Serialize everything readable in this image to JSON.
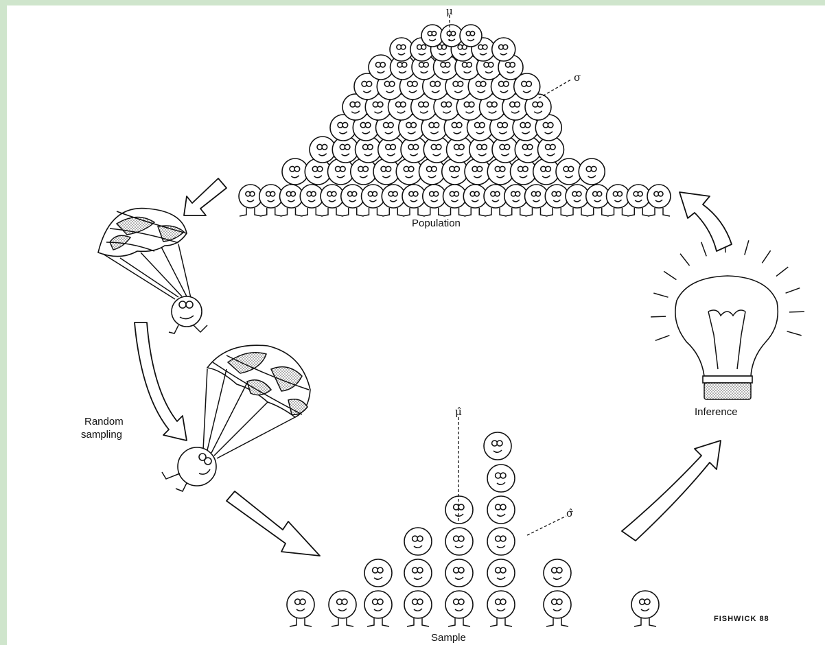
{
  "labels": {
    "population": "Population",
    "random_sampling_line1": "Random",
    "random_sampling_line2": "sampling",
    "sample": "Sample",
    "inference": "Inference",
    "signature": "FISHWICK 88"
  },
  "symbols": {
    "mu": "μ",
    "sigma": "σ",
    "mu_hat": "μ̂",
    "sigma_hat": "σ̂"
  }
}
